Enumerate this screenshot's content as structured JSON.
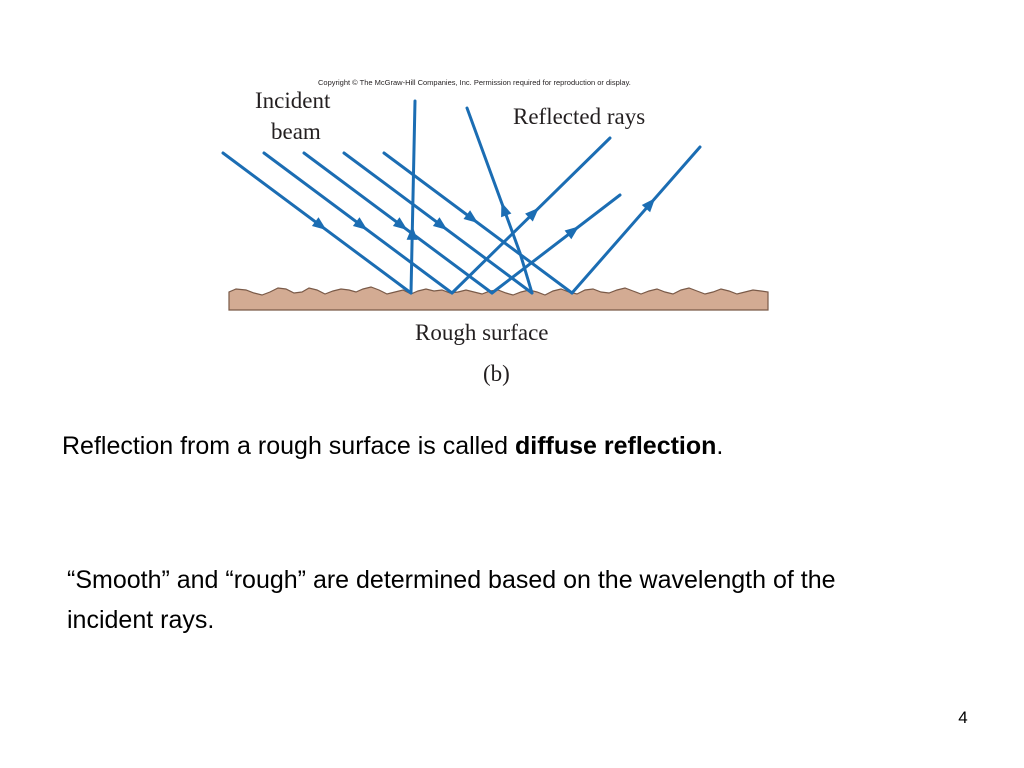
{
  "figure": {
    "copyright": "Copyright © The McGraw-Hill Companies, Inc. Permission required for reproduction or display.",
    "label_incident_line1": "Incident",
    "label_incident_line2": "beam",
    "label_reflected": "Reflected rays",
    "label_surface": "Rough surface",
    "label_panel": "(b)",
    "colors": {
      "ray": "#1b6db3",
      "surface_fill": "#d3ab93",
      "surface_stroke": "#7a5a48"
    }
  },
  "caption": {
    "before": "Reflection from a rough surface is called ",
    "bold": "diffuse reflection",
    "after": "."
  },
  "note": {
    "text": "“Smooth” and “rough” are determined based on the wavelength of the incident rays."
  },
  "footer": {
    "page_number": "4"
  }
}
